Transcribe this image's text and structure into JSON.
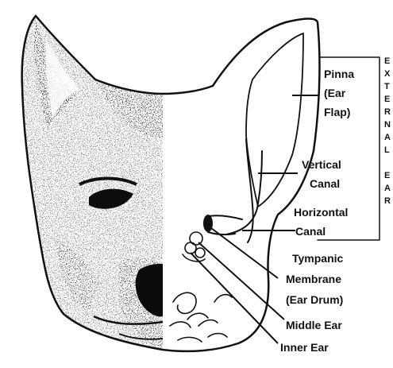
{
  "labels": {
    "pinna_line1": "Pinna",
    "pinna_line2": "(Ear",
    "pinna_line3": "Flap)",
    "vertical_line1": "Vertical",
    "vertical_line2": "Canal",
    "horizontal_line1": "Horizontal",
    "horizontal_line2": "Canal",
    "tympanic_line1": "Tympanic",
    "tympanic_line2": "Membrane",
    "tympanic_line3": "(Ear Drum)",
    "middle_ear": "Middle Ear",
    "inner_ear": "Inner Ear"
  },
  "side_letters": {
    "external": [
      "E",
      "X",
      "T",
      "E",
      "R",
      "N",
      "A",
      "L"
    ],
    "ear": [
      "E",
      "A",
      "R"
    ]
  },
  "colors": {
    "ink": "#111111",
    "fur_dark": "#222222",
    "background": "#ffffff"
  }
}
